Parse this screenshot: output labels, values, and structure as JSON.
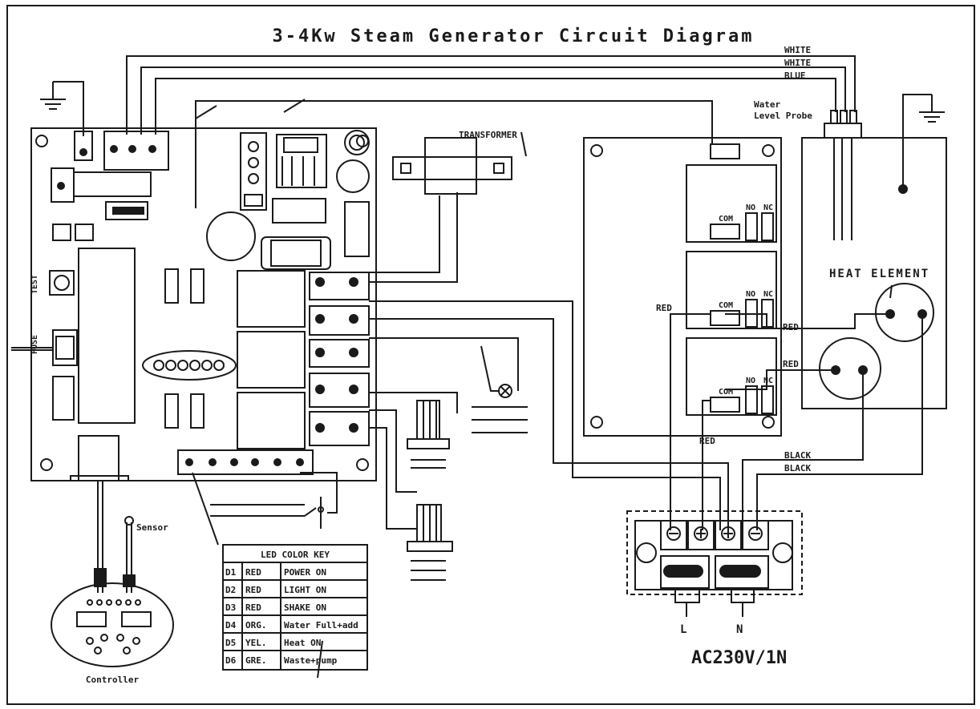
{
  "title": "3-4Kw Steam Generator Circuit Diagram",
  "labels": {
    "white1": "WHITE",
    "white2": "WHITE",
    "blue": "BLUE",
    "water_level_probe": "Water Level Probe",
    "water_level_probe_line1": "Water",
    "water_level_probe_line2": "Level Probe",
    "transformer": "TRANSFORMER",
    "heat_element": "HEAT ELEMENT",
    "red_a": "RED",
    "red_b": "RED",
    "red_c": "RED",
    "red_d": "RED",
    "black1": "BLACK",
    "black2": "BLACK",
    "com": "COM",
    "no": "NO",
    "nc": "NC",
    "sensor": "Sensor",
    "controller": "Controller",
    "test": "TEST",
    "fuse": "FUSE",
    "line": "L",
    "neutral": "N",
    "supply": "AC230V/1N"
  },
  "led_key": {
    "title": "LED COLOR KEY",
    "rows": [
      {
        "id": "D1",
        "color": "RED",
        "meaning": "POWER ON"
      },
      {
        "id": "D2",
        "color": "RED",
        "meaning": "LIGHT ON"
      },
      {
        "id": "D3",
        "color": "RED",
        "meaning": "SHAKE ON"
      },
      {
        "id": "D4",
        "color": "ORG.",
        "meaning": "Water Full+add"
      },
      {
        "id": "D5",
        "color": "YEL.",
        "meaning": "Heat ON"
      },
      {
        "id": "D6",
        "color": "GRE.",
        "meaning": "Waste+pump"
      }
    ]
  },
  "colors": {
    "ink": "#1a1a1a",
    "paper": "#ffffff"
  }
}
